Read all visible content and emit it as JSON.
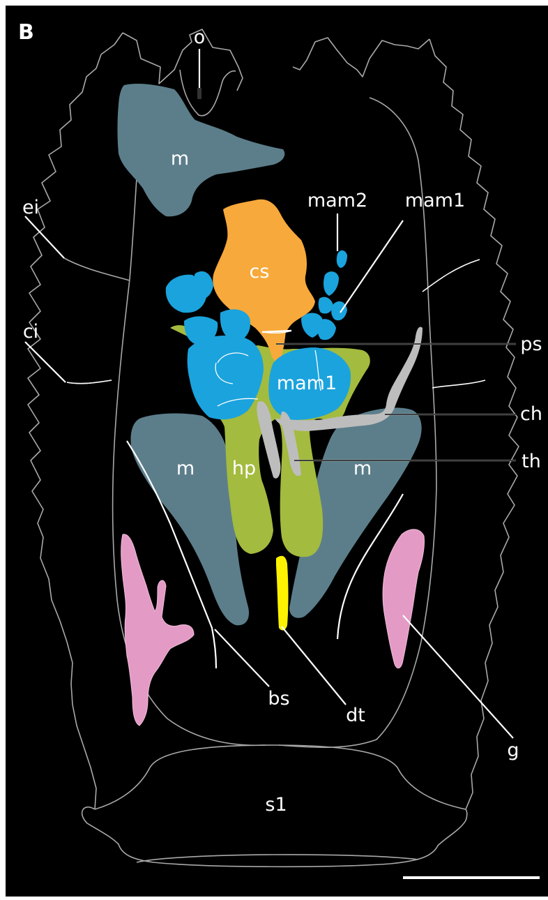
{
  "panel_letter": "B",
  "labels": {
    "o": "o",
    "m_top": "m",
    "ei": "ei",
    "ci": "ci",
    "mam2": "mam2",
    "mam1_top": "mam1",
    "cs": "cs",
    "ps": "ps",
    "mam1_center": "mam1",
    "ch": "ch",
    "th": "th",
    "m_left": "m",
    "hp": "hp",
    "m_right": "m",
    "dt": "dt",
    "bs": "bs",
    "g": "g",
    "s1": "s1"
  },
  "colors": {
    "background": "#000000",
    "muscle": "#5c7e8b",
    "cs": "#f7a93b",
    "mam": "#1ba3dd",
    "hp": "#a3bb3e",
    "th_ch": "#bdbdbd",
    "dt": "#fff200",
    "gill": "#e39ac4",
    "outline": "#a9a9a9"
  }
}
